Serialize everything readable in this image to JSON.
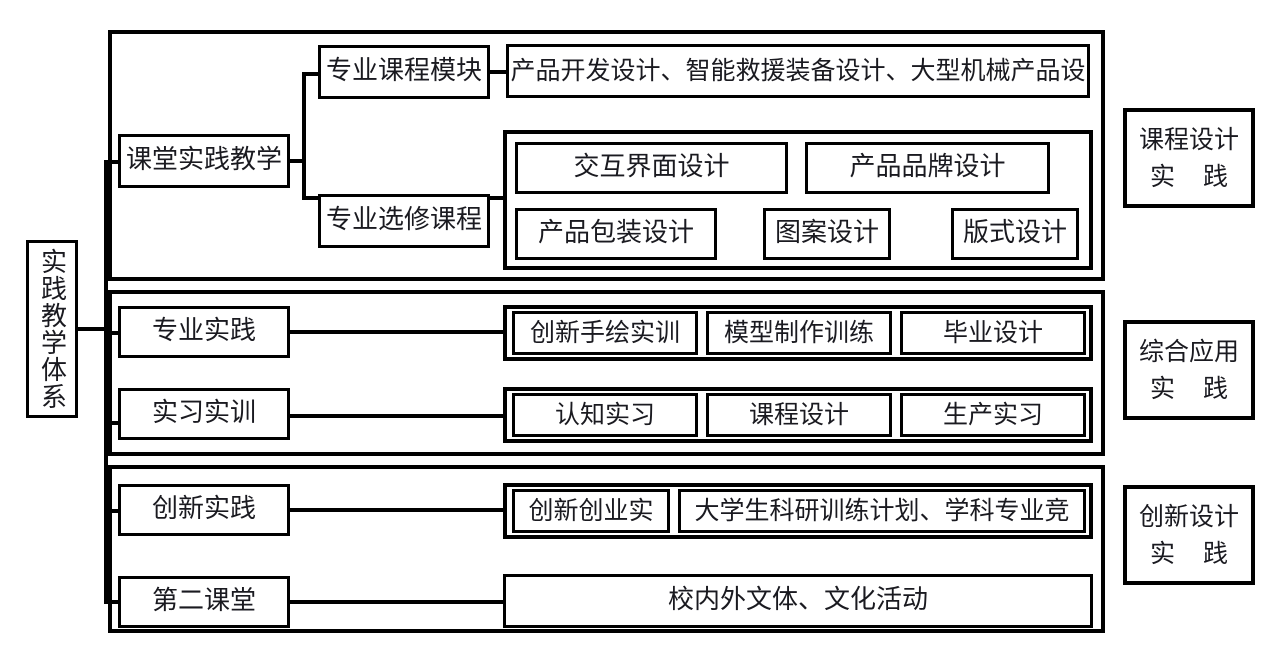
{
  "diagram": {
    "title": "实践教学体系",
    "root": {
      "label": "实践教学体系"
    },
    "bands": [
      {
        "name": "课程设计实践",
        "stage_label_line1": "课程设计",
        "stage_label_line2": "实 践",
        "categories": [
          {
            "label": "课堂实践教学",
            "subcategories": [
              {
                "label": "专业课程模块",
                "items": [
                  "产品开发设计、智能救援装备设计、大型机械产品设"
                ]
              },
              {
                "label": "专业选修课程",
                "items": [
                  "交互界面设计",
                  "产品品牌设计",
                  "产品包装设计",
                  "图案设计",
                  "版式设计"
                ]
              }
            ]
          }
        ]
      },
      {
        "name": "综合应用实践",
        "stage_label_line1": "综合应用",
        "stage_label_line2": "实 践",
        "categories": [
          {
            "label": "专业实践",
            "items": [
              "创新手绘实训",
              "模型制作训练",
              "毕业设计"
            ]
          },
          {
            "label": "实习实训",
            "items": [
              "认知实习",
              "课程设计",
              "生产实习"
            ]
          }
        ]
      },
      {
        "name": "创新设计实践",
        "stage_label_line1": "创新设计",
        "stage_label_line2": "实 践",
        "categories": [
          {
            "label": "创新实践",
            "items": [
              "创新创业实",
              "大学生科研训练计划、学科专业竞"
            ]
          },
          {
            "label": "第二课堂",
            "items": [
              "校内外文体、文化活动"
            ]
          }
        ]
      }
    ]
  },
  "colors": {
    "stroke": "#000000",
    "text": "#1a1a20",
    "background": "#ffffff"
  }
}
